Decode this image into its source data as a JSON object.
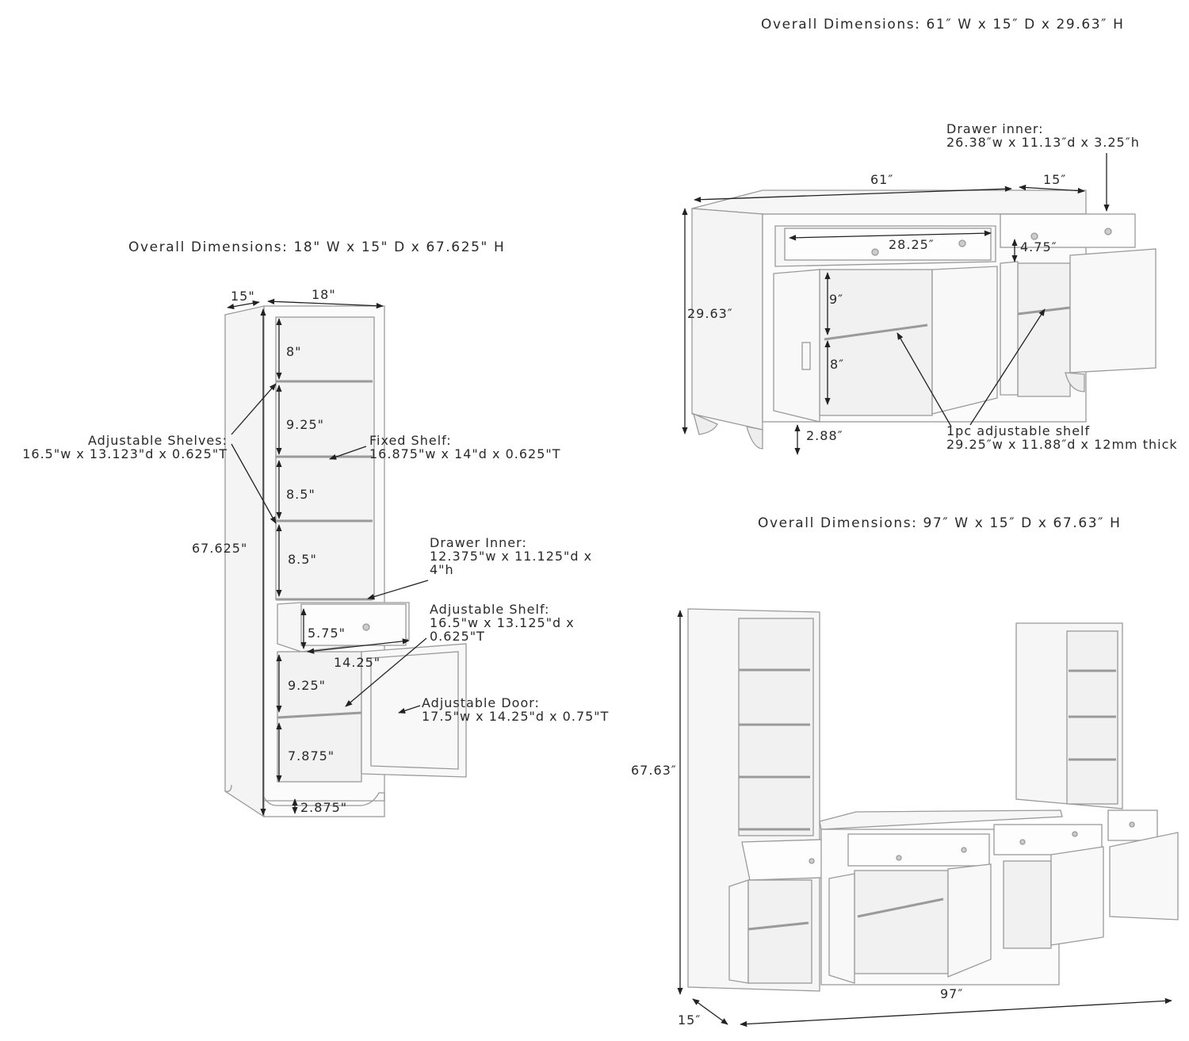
{
  "pier": {
    "overall": "Overall Dimensions: 18\" W x 15\" D x 67.625\" H",
    "dims": {
      "depth": "15\"",
      "width": "18\"",
      "height": "67.625\"",
      "s1": "8\"",
      "s2": "9.25\"",
      "s3": "8.5\"",
      "s4": "8.5\"",
      "drawer_h": "5.75\"",
      "drawer_w": "14.25\"",
      "s5": "9.25\"",
      "s6": "7.875\"",
      "leg": "2.875\""
    },
    "callouts": {
      "adj_shelves": [
        "Adjustable Shelves:",
        "16.5\"w x 13.123\"d x 0.625\"T"
      ],
      "fixed_shelf": [
        "Fixed Shelf:",
        "16.875\"w x 14\"d x 0.625\"T"
      ],
      "drawer_inner": [
        "Drawer Inner:",
        "12.375\"w x 11.125\"d x",
        "4\"h"
      ],
      "adj_shelf": [
        "Adjustable Shelf:",
        "16.5\"w x 13.125\"d x",
        "0.625\"T"
      ],
      "adj_door": [
        "Adjustable Door:",
        "17.5\"w x 14.25\"d x 0.75\"T"
      ]
    }
  },
  "sideboard": {
    "overall": "Overall Dimensions: 61″ W x 15″ D x 29.63″ H",
    "drawer_inner": [
      "Drawer inner:",
      "26.38″w x 11.13″d x 3.25″h"
    ],
    "dims": {
      "width": "61″",
      "depth": "15″",
      "height": "29.63″",
      "drawer_w": "28.25″",
      "drawer_h": "4.75″",
      "upper": "9″",
      "lower": "8″",
      "leg": "2.88″"
    },
    "shelf_note": [
      "1pc adjustable shelf",
      "29.25″w x 11.88″d x 12mm thick"
    ]
  },
  "set": {
    "overall": "Overall Dimensions: 97″ W x 15″ D x 67.63″ H",
    "dims": {
      "height": "67.63″",
      "width": "97″",
      "depth": "15″"
    }
  }
}
